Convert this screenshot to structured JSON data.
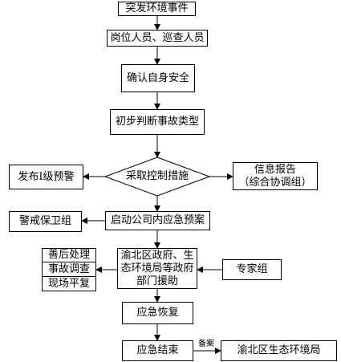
{
  "nodes": {
    "incident": "突发环境事件",
    "staff": "岗位人员、巡查人员",
    "confirm_safety": "确认自身安全",
    "judge_type": "初步判断事故类型",
    "control_measures": "采取控制措施",
    "publish_warning": "发布Ⅰ级预警",
    "info_report_line1": "信息报告",
    "info_report_line2": "（综合协调组）",
    "guard_group": "警戒保卫组",
    "start_plan": "启动公司内应急预案",
    "gov_support_line1": "渝北区政府、生",
    "gov_support_line2": "态环境局等政府",
    "gov_support_line3": "部门援助",
    "expert_group": "专家组",
    "aftermath": "善后处理",
    "investigation": "事故调查",
    "site_restore": "现场平复",
    "recovery": "应急恢复",
    "end": "应急结束",
    "eco_bureau": "渝北区生态环境局"
  },
  "edge_labels": {
    "filing": "备案"
  }
}
